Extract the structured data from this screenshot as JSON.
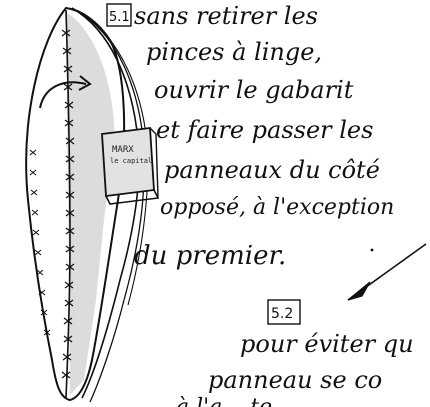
{
  "steps": [
    {
      "number": "5.1",
      "lines": [
        "sans retirer les",
        "pinces à linge,",
        "ouvrir le gabarit",
        "et faire passer les",
        "panneaux du côté",
        "opposé, à l'exception",
        "du premier."
      ]
    },
    {
      "number": "5.2",
      "lines": [
        "pour éviter qu",
        "panneau se co",
        "à l'a     ...te"
      ]
    }
  ],
  "book": {
    "title": "MARX",
    "subtitle": "le capital"
  },
  "colors": {
    "ink": "#111111",
    "wash": "#d6d6d6",
    "book_wash": "#e2e2e2"
  }
}
